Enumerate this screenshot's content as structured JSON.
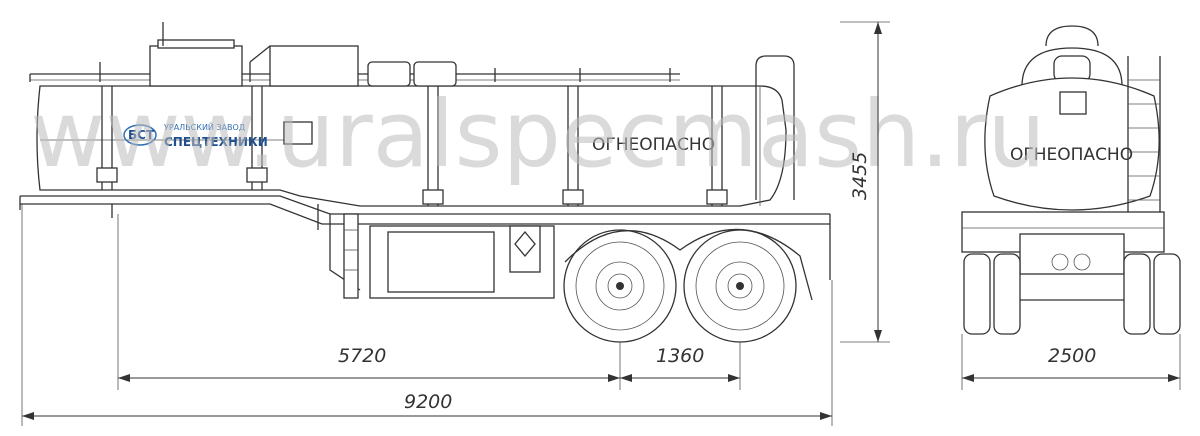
{
  "watermark": "www.uralspecmash.ru",
  "logo": {
    "mark": "БСТ",
    "line1": "УРАЛЬСКИЙ ЗАВОД",
    "line2": "СПЕЦТЕХНИКИ",
    "accent_color": "#2f6fb5"
  },
  "labels": {
    "side_warning": "ОГНЕОПАСНО",
    "rear_warning": "ОГНЕОПАСНО"
  },
  "dimensions": {
    "height": "3455",
    "axle_to_kingpin": "5720",
    "axle_spacing": "1360",
    "overall_length": "9200",
    "overall_width": "2500"
  }
}
